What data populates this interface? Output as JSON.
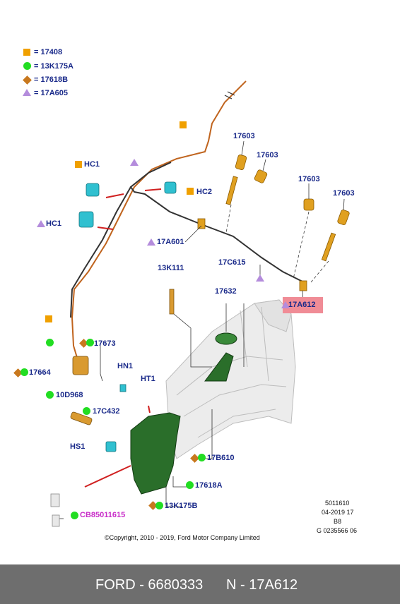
{
  "legend": [
    {
      "symbol": "square",
      "text": "= 17408"
    },
    {
      "symbol": "circle",
      "text": "= 13K175A"
    },
    {
      "symbol": "diamond",
      "text": "= 17618B"
    },
    {
      "symbol": "triangle",
      "text": "= 17A605"
    }
  ],
  "labels": {
    "l17603a": "17603",
    "l17603b": "17603",
    "l17603c": "17603",
    "l17603d": "17603",
    "hc1_top": "HC1",
    "hc2": "HC2",
    "hc1_mid": "HC1",
    "l17a601": "17A601",
    "l13k111": "13K111",
    "l17c615": "17C615",
    "l17632": "17632",
    "l17a612": "17A612",
    "l17673": "17673",
    "l17664": "17664",
    "hn1": "HN1",
    "ht1": "HT1",
    "l10d968": "10D968",
    "l17c432": "17C432",
    "hs1": "HS1",
    "l17b610": "17B610",
    "l17618a": "17618A",
    "l13k175b": "13K175B",
    "cb": "CB85011615"
  },
  "info": {
    "line1": "5011610",
    "line2": "04-2019 17",
    "line3": "B8",
    "line4": "G 0235566 06"
  },
  "copyright": "©Copyright, 2010 - 2019, Ford Motor Company Limited",
  "footer": {
    "part": "FORD - 6680333",
    "ref": "N - 17A612"
  },
  "colors": {
    "square": "#f0a000",
    "circle": "#22dd22",
    "diamond": "#c8781e",
    "triangle": "#b48cdc",
    "highlight": "#f08c96",
    "label": "#1a2a8a",
    "footer_bg": "#6e6e6e"
  }
}
